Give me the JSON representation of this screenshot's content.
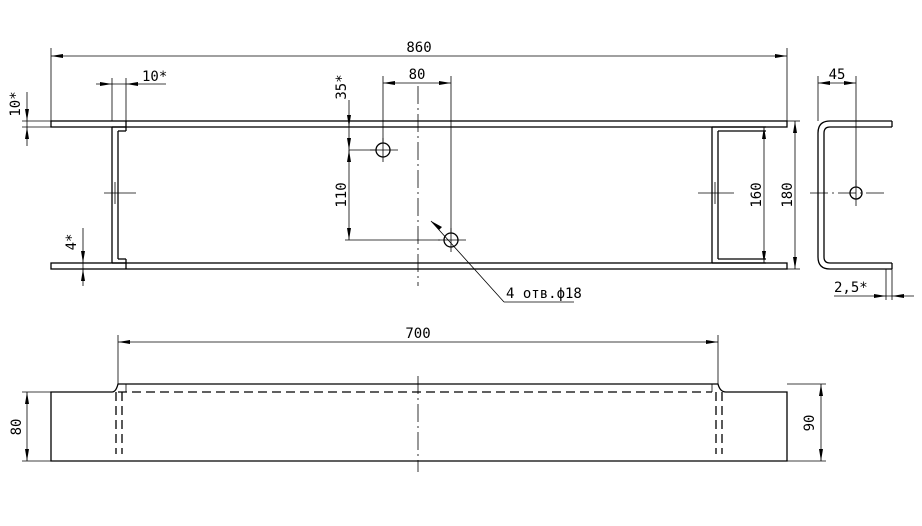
{
  "dimensions": {
    "overall_length": "860",
    "flange_offset": "10*",
    "top_thickness": "10*",
    "hole_spacing_x": "80",
    "hole_offset_y": "35*",
    "hole_spacing_y": "110",
    "inner_height": "160",
    "outer_height": "180",
    "web_thickness": "4*",
    "side_width": "45",
    "side_thickness": "2,5*",
    "bottom_length": "700",
    "bottom_left_height": "80",
    "bottom_right_height": "90"
  },
  "callouts": {
    "holes": "4 отв.ϕ18"
  }
}
